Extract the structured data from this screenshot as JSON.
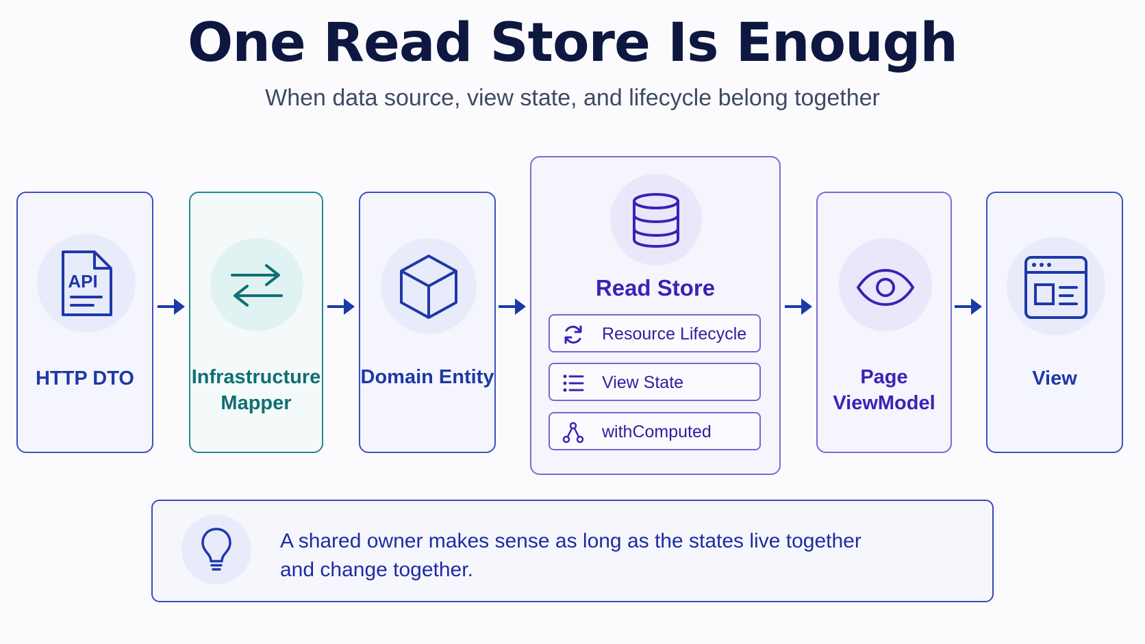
{
  "header": {
    "title": "One Read Store Is Enough",
    "subtitle": "When data source, view state, and lifecycle belong together"
  },
  "pipeline": {
    "steps": [
      {
        "label": "HTTP DTO",
        "icon": "api-document-icon",
        "icon_text": "API",
        "color": "#1e38a8"
      },
      {
        "label_lines": [
          "Infrastructure",
          "Mapper"
        ],
        "icon": "swap-arrows-icon",
        "color": "#0f6f73"
      },
      {
        "label": "Domain Entity",
        "icon": "cube-icon",
        "color": "#1e38a8"
      },
      {
        "label": "Read Store",
        "icon": "database-icon",
        "color": "#3b22b5"
      },
      {
        "label_lines": [
          "Page",
          "ViewModel"
        ],
        "icon": "eye-icon",
        "color": "#3b22b5"
      },
      {
        "label": "View",
        "icon": "browser-window-icon",
        "color": "#1e38a8"
      }
    ],
    "read_store_items": [
      {
        "label": "Resource Lifecycle",
        "icon": "refresh-icon"
      },
      {
        "label": "View State",
        "icon": "list-icon"
      },
      {
        "label": "withComputed",
        "icon": "graph-nodes-icon"
      }
    ],
    "arrow_color": "#1a3aa6"
  },
  "note": {
    "icon": "lightbulb-icon",
    "lines": [
      "A shared owner makes sense as long as the states live together",
      "and change together."
    ]
  }
}
